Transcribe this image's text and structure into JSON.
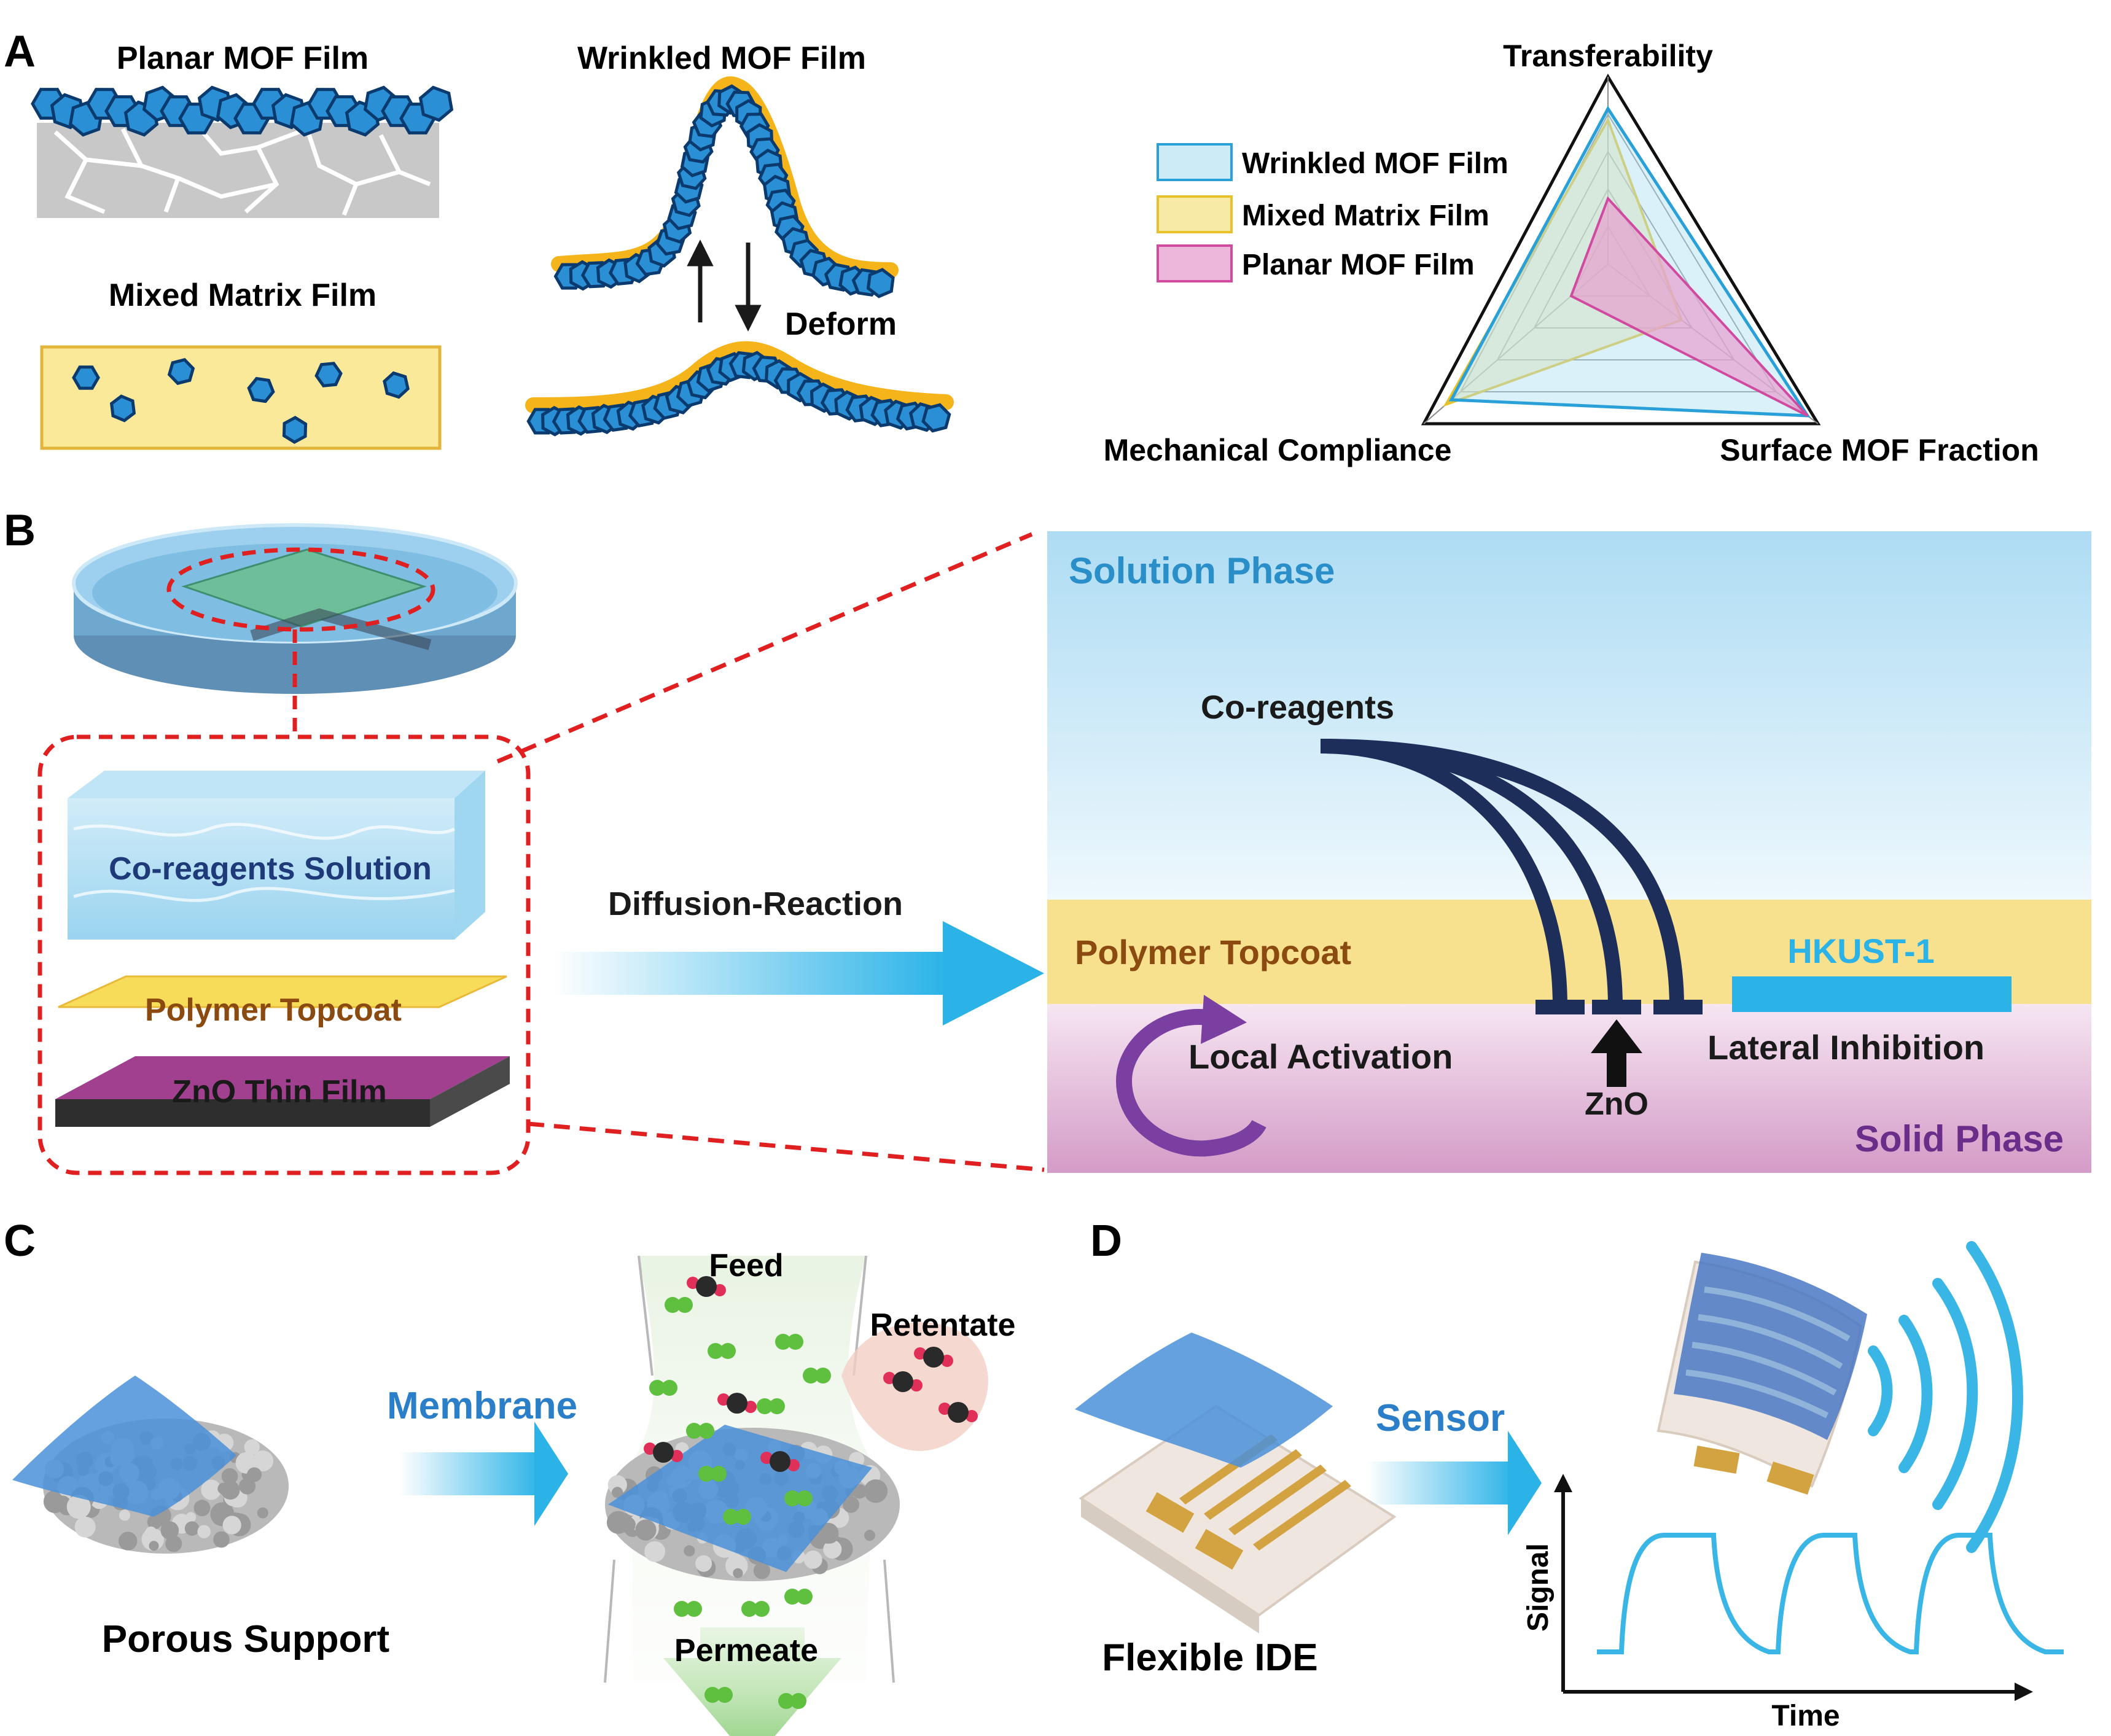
{
  "panels": {
    "A": {
      "letter": "A",
      "planar_title": "Planar MOF Film",
      "mixed_title": "Mixed Matrix Film",
      "wrinkled_title": "Wrinkled MOF Film",
      "deform_label": "Deform",
      "radar": {
        "axis_top": "Transferability",
        "axis_left": "Mechanical Compliance",
        "axis_right": "Surface MOF Fraction",
        "legend": [
          "Wrinkled MOF Film",
          "Mixed Matrix Film",
          "Planar MOF Film"
        ]
      }
    },
    "B": {
      "letter": "B",
      "co_reagents_solution": "Co-reagents Solution",
      "polymer_topcoat": "Polymer Topcoat",
      "zno_thin_film": "ZnO Thin Film",
      "diffusion_reaction": "Diffusion-Reaction",
      "solution_phase": "Solution Phase",
      "co_reagents": "Co-reagents",
      "polymer_topcoat_right": "Polymer Topcoat",
      "hkust": "HKUST-1",
      "local_activation": "Local Activation",
      "lateral_inhibition": "Lateral Inhibition",
      "zno": "ZnO",
      "solid_phase": "Solid Phase"
    },
    "C": {
      "letter": "C",
      "porous_support": "Porous Support",
      "membrane": "Membrane",
      "feed": "Feed",
      "retentate": "Retentate",
      "permeate": "Permeate"
    },
    "D": {
      "letter": "D",
      "flexible_ide": "Flexible IDE",
      "sensor": "Sensor",
      "signal_axis": "Signal",
      "time_axis": "Time"
    }
  },
  "colors": {
    "mof_blue": "#2a8fd4",
    "mof_dark": "#0b3a6e",
    "wrinkle_yellow": "#f4b41a",
    "matrix_fill": "#fbe99a",
    "radar_wrinkled": "#2aa0d8",
    "radar_mixed": "#e8c22a",
    "radar_planar": "#d04aa0",
    "solution_blue": "#c5e7f6",
    "topcoat_yellow": "#f7e08e",
    "solid_pink": "#dba3cd",
    "arrow_blue": "#2bb3e8",
    "dashed_red": "#e02020",
    "navy": "#1e2e5a",
    "purple": "#7a3fa0",
    "signal_blue": "#39b6e6"
  }
}
